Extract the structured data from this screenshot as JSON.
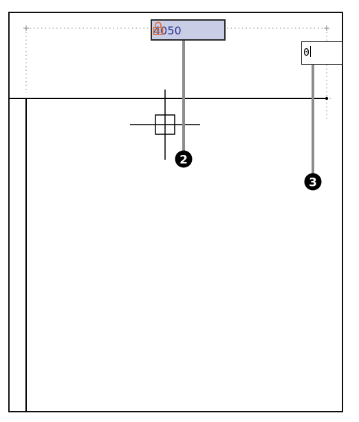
{
  "dimension_input": {
    "value": "4050",
    "locked": true,
    "lock_icon": "lock-icon",
    "background": "#c9cde6",
    "text_color": "#2b3590",
    "lock_color": "#e06a2c"
  },
  "angle_input": {
    "value": "0"
  },
  "callouts": [
    {
      "label": "2"
    },
    {
      "label": "3"
    }
  ],
  "colors": {
    "leader": "#8c8c8c",
    "callout_fill": "#000000",
    "guide": "#9a9a9a"
  }
}
